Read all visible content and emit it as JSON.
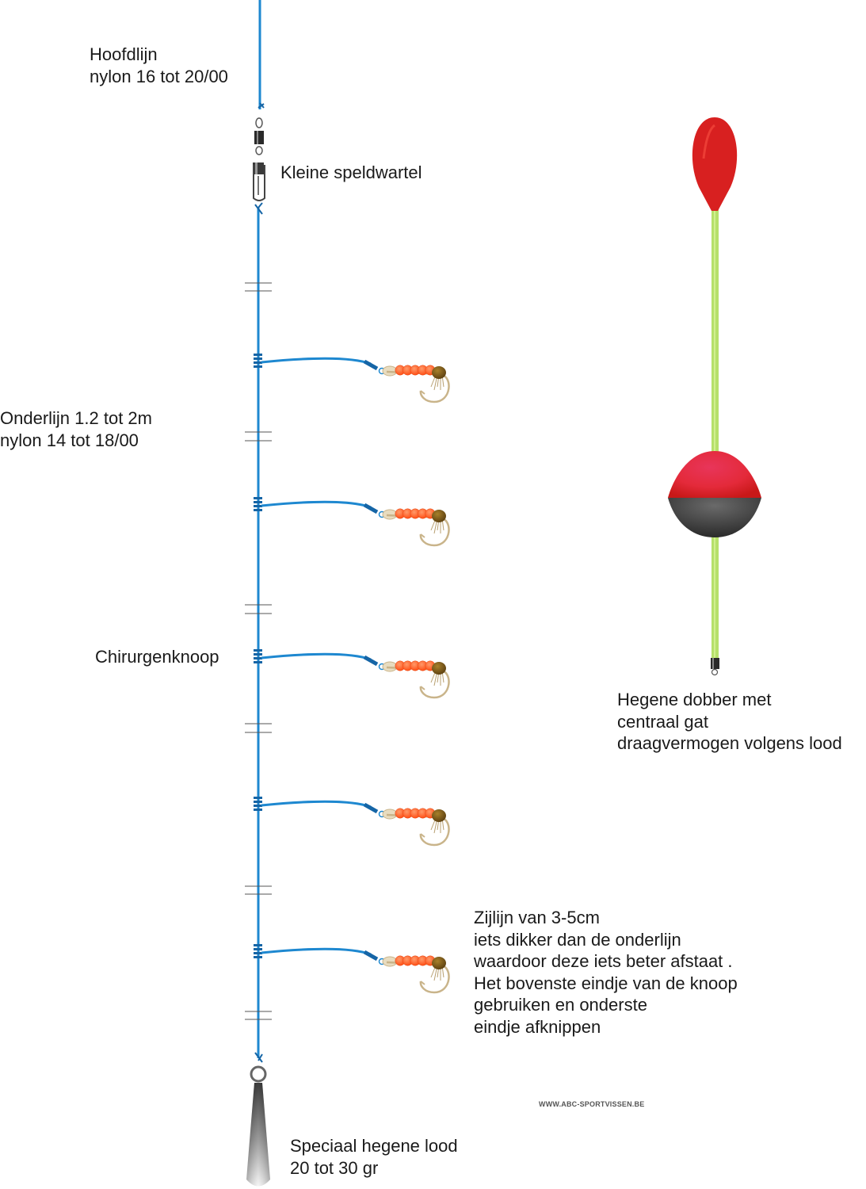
{
  "labels": {
    "mainline": [
      "Hoofdlijn",
      "nylon 16 tot 20/00"
    ],
    "swivel": [
      "Kleine speldwartel"
    ],
    "underline": [
      "Onderlijn 1.2 tot 2m",
      "nylon 14 tot 18/00"
    ],
    "knot": [
      "Chirurgenknoop"
    ],
    "float": [
      "Hegene dobber met",
      "centraal gat",
      "draagvermogen volgens lood"
    ],
    "sideline": [
      "Zijlijn van 3-5cm",
      "iets dikker dan de onderlijn",
      "waardoor deze iets beter afstaat .",
      "Het bovenste eindje van de knoop",
      "gebruiken en onderste",
      "eindje afknippen"
    ],
    "weight": [
      "Speciaal hegene lood",
      "20 tot 30 gr"
    ]
  },
  "credit": "WWW.ABC-SPORTVISSEN.BE",
  "colors": {
    "line": "#1e88d0",
    "knot": "#1565a6",
    "bead": "#ff5a1f",
    "float_top": "#e02020",
    "float_stem": "#b6e06a",
    "float_bottom": "#444444",
    "hook": "#c9b48a"
  }
}
